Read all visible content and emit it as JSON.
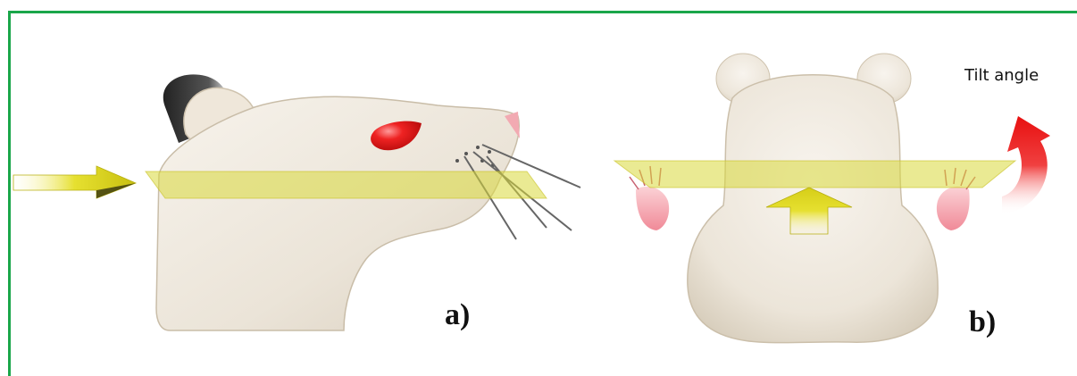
{
  "panels": [
    {
      "id": "a",
      "label": "a)"
    },
    {
      "id": "b",
      "label": "b)"
    }
  ],
  "annotations": {
    "tilt_label": "Tilt angle"
  },
  "colors": {
    "frame": "#1aa64a",
    "plane": "#d8d83a",
    "arrow": "#e8e020",
    "tilt_arrow": "#e81a1a",
    "eye": "#e01818",
    "fur": "#efe9df",
    "paw": "#f4a6ae"
  }
}
